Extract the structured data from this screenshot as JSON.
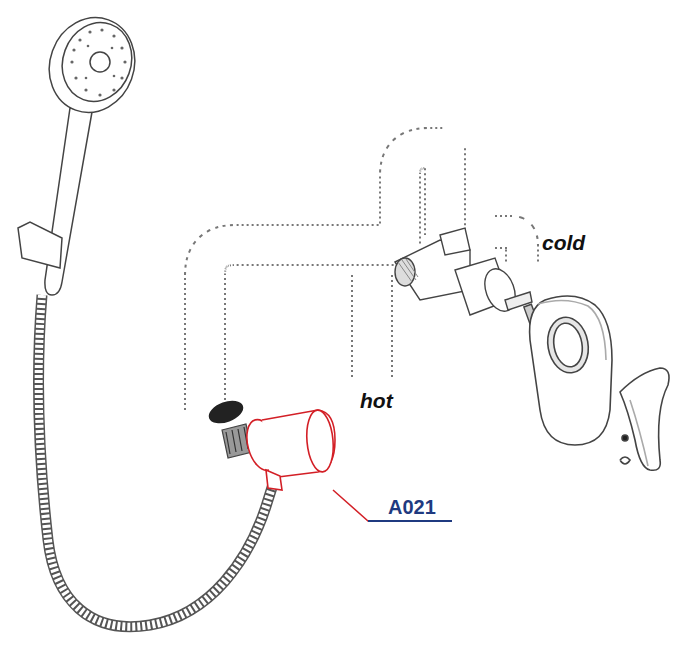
{
  "diagram": {
    "labels": [
      "cold",
      "hot",
      "A021"
    ]
  }
}
